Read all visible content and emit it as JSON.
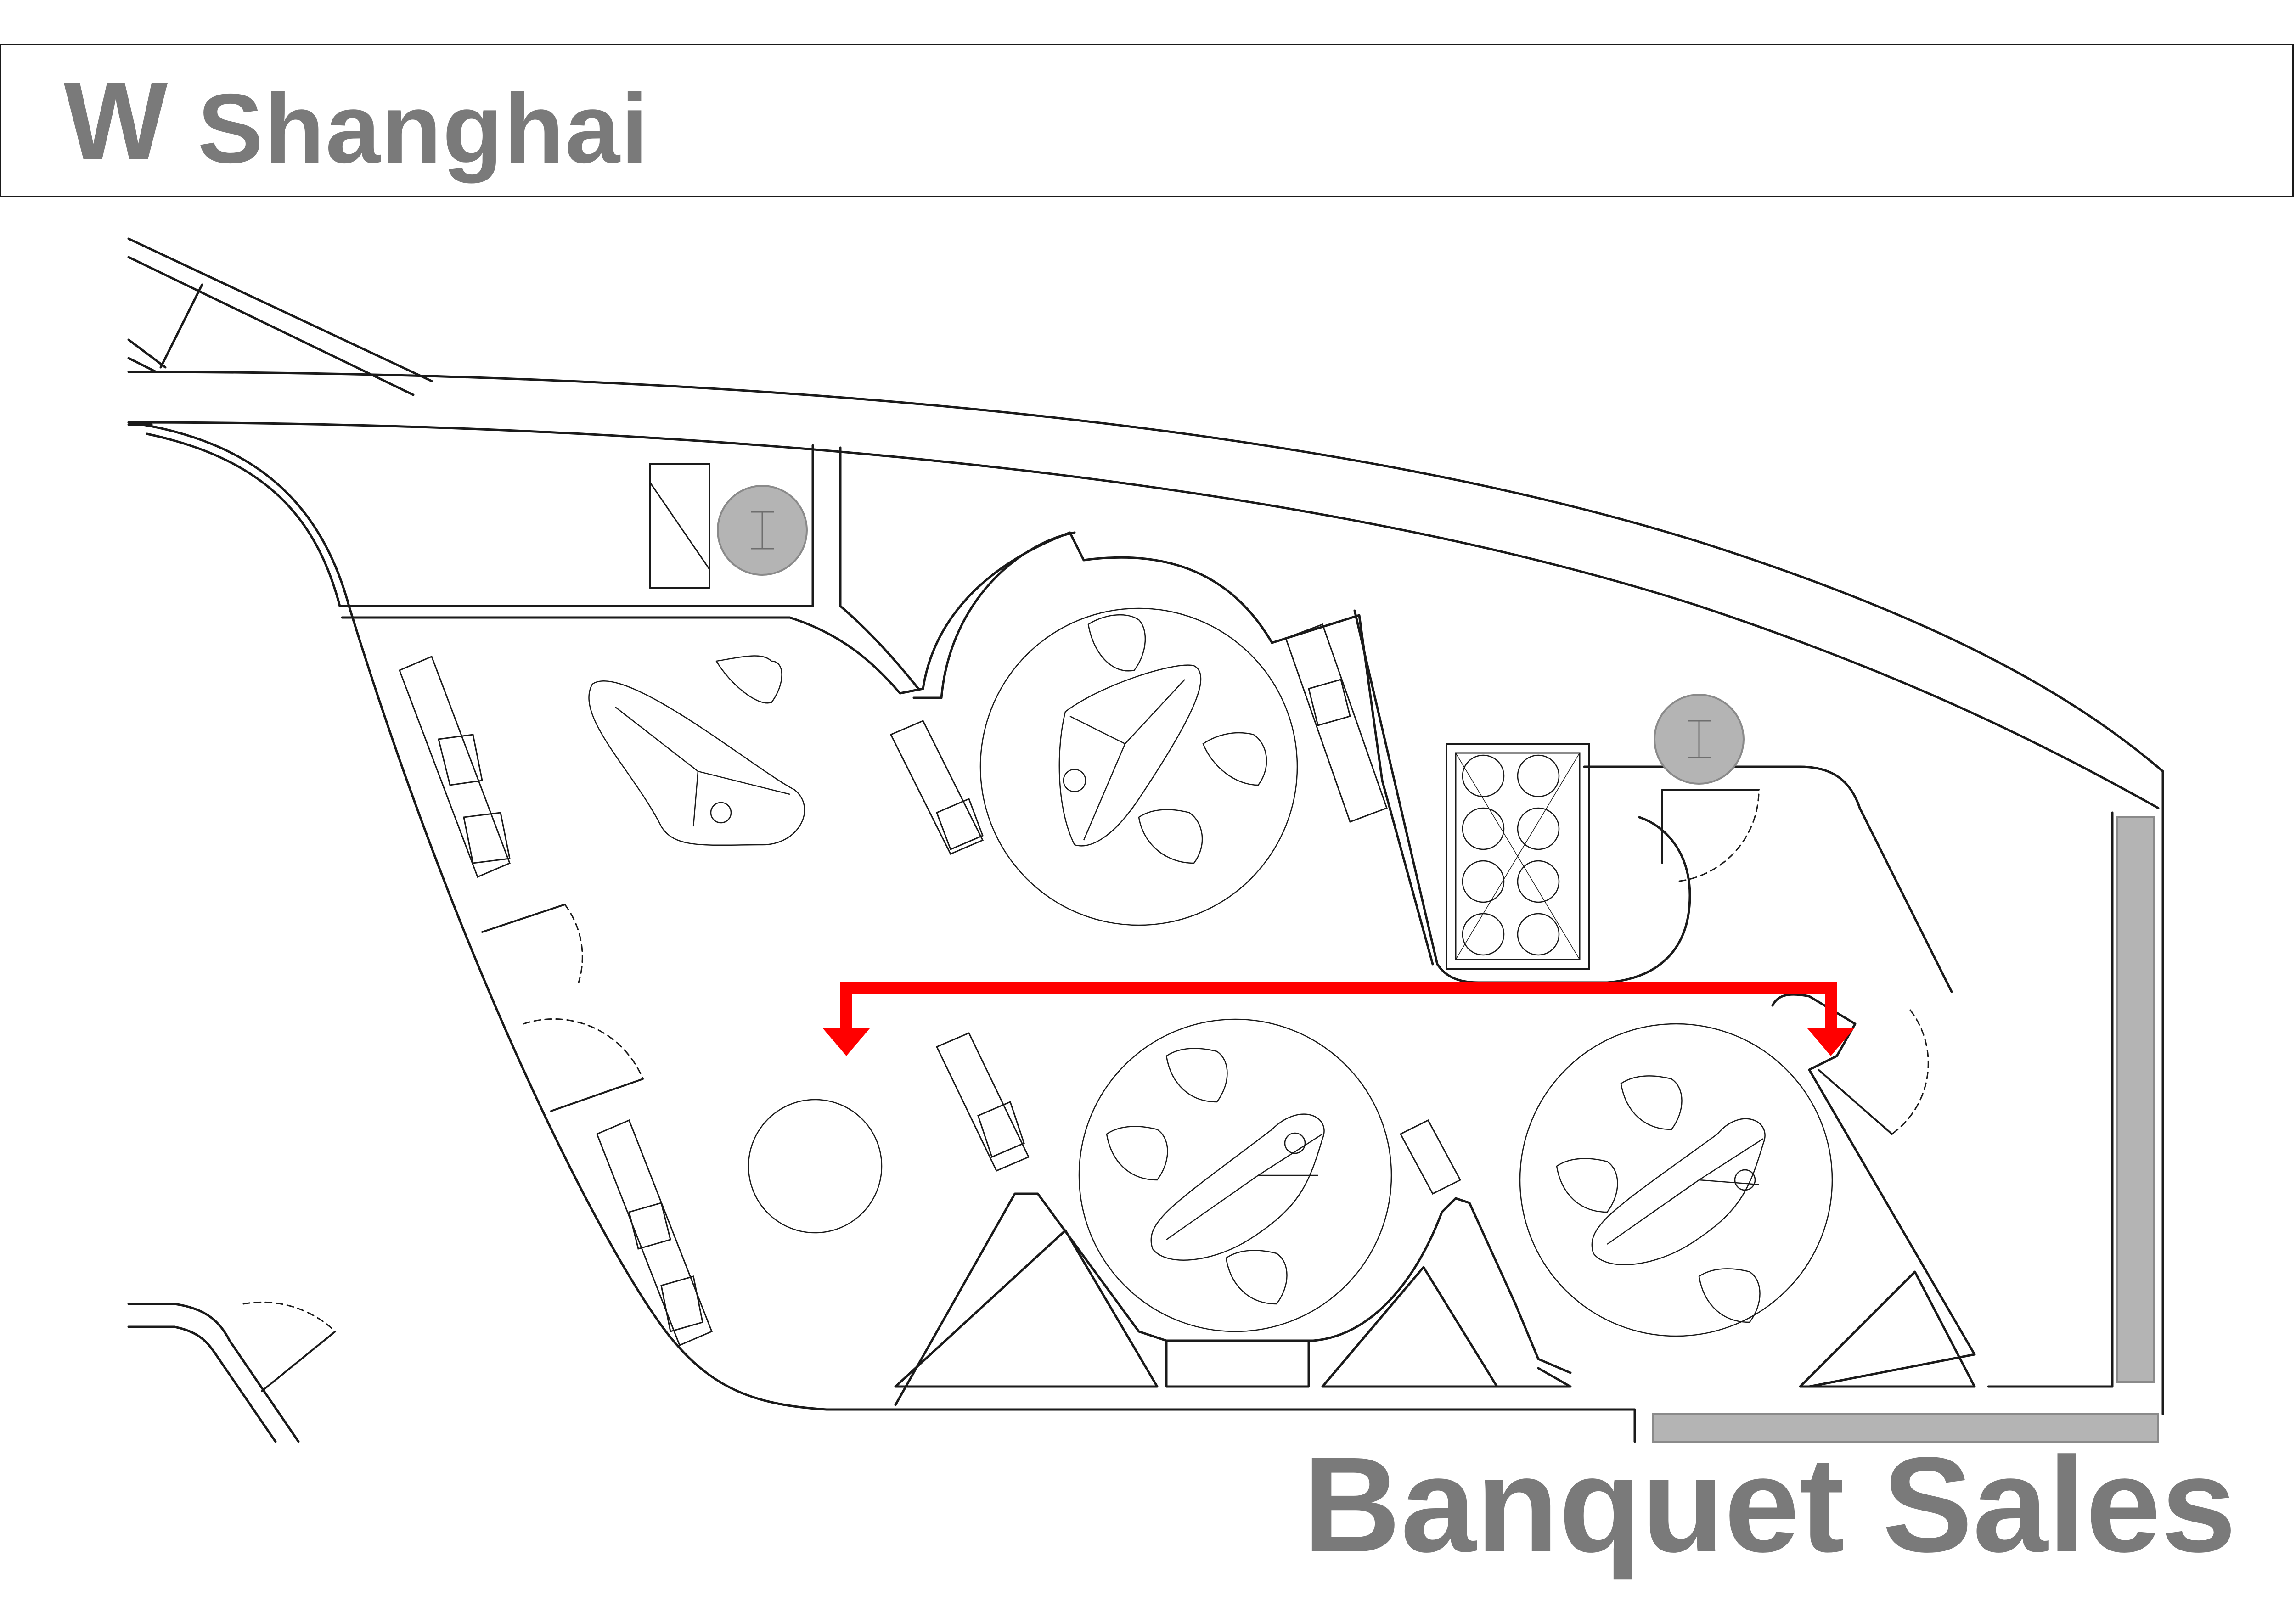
{
  "header": {
    "logo_letter": "W",
    "brand_name": "Shanghai"
  },
  "section_title": "Banquet Sales",
  "colors": {
    "brand_gray": "#7a7a7a",
    "route_arrow": "#ff0000",
    "column_fill": "#b4b4b4",
    "wall_stroke": "#1a1a1a"
  },
  "icons": [
    "w-logo-icon",
    "route-arrow-icon",
    "structural-column-icon",
    "door-swing-icon",
    "chair-icon",
    "table-icon",
    "wine-rack-icon"
  ]
}
